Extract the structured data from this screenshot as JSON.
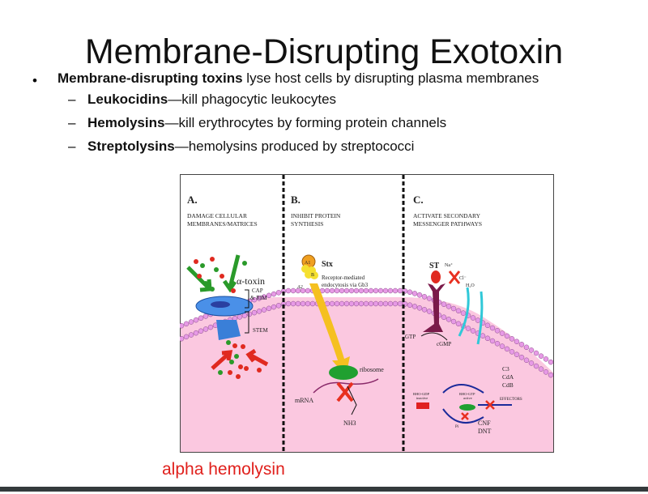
{
  "slide": {
    "title": "Membrane-Disrupting Exotoxin",
    "bullets": [
      {
        "bold": "Membrane-disrupting toxins",
        "rest": " lyse host cells by disrupting plasma membranes"
      },
      {
        "bold": "Leukocidins",
        "rest": "—kill phagocytic leukocytes"
      },
      {
        "bold": "Hemolysins",
        "rest": "—kill erythrocytes by forming protein channels"
      },
      {
        "bold": "Streptolysins",
        "rest": "—hemolysins produced by streptococci"
      }
    ],
    "bullet_char": "•",
    "dash_char": "–",
    "caption": "alpha hemolysin"
  },
  "diagram": {
    "a": {
      "letter": "A.",
      "line1": "DAMAGE CELLULAR",
      "line2": "MEMBRANES/MATRICES",
      "toxin": "α-toxin",
      "cap": "CAP",
      "rim": "& RIM",
      "stem": "STEM"
    },
    "b": {
      "letter": "B.",
      "line1": "INHIBIT PROTEIN",
      "line2": "SYNTHESIS",
      "stx": "Stx",
      "a1": "A1",
      "b": "B",
      "a2": "A2",
      "rec1": "Receptor-mediated",
      "rec2": "endocytosis via Gb3",
      "ribosome": "ribosome",
      "mrna": "mRNA",
      "nh3": "NH3"
    },
    "c": {
      "letter": "C.",
      "line1": "ACTIVATE SECONDARY",
      "line2": "MESSENGER PATHWAYS",
      "st": "ST",
      "na": "Na⁺",
      "cl": "Cl⁻",
      "h2o": "H₂O",
      "gtp": "GTP",
      "cgmp": "cGMP",
      "c3": "C3",
      "cda": "CdA",
      "cdb": "CdB",
      "rho_gdp": "RHO-GDP",
      "inactive": "inactive",
      "rho_gtp": "RHO-GTP",
      "active": "active",
      "effectors": "EFFECTORS",
      "pi": "Pi",
      "cnf": "CNF",
      "dnt": "DNT"
    }
  }
}
